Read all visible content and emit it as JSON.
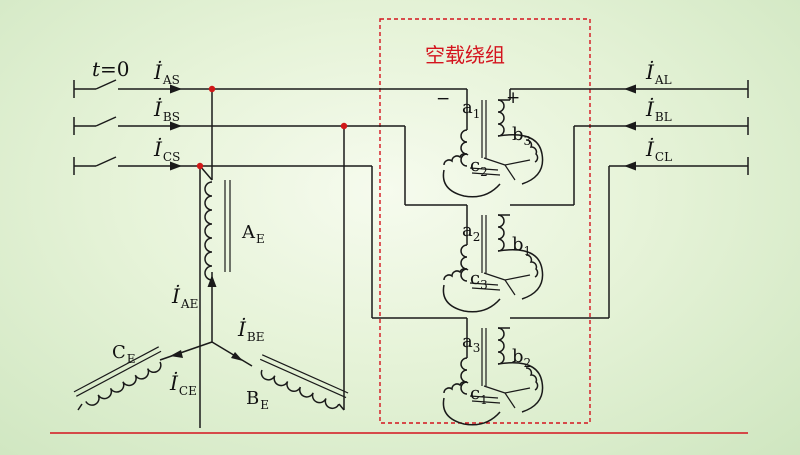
{
  "diagram": {
    "box_title": "空载绕组",
    "switch_label": {
      "main": "t",
      "rest": "=0"
    },
    "currents": {
      "source": [
        {
          "main": "İ",
          "sub": "AS"
        },
        {
          "main": "İ",
          "sub": "BS"
        },
        {
          "main": "İ",
          "sub": "CS"
        }
      ],
      "load": [
        {
          "main": "İ",
          "sub": "AL"
        },
        {
          "main": "İ",
          "sub": "BL"
        },
        {
          "main": "İ",
          "sub": "CL"
        }
      ],
      "excitation": [
        {
          "main": "İ",
          "sub": "AE"
        },
        {
          "main": "İ",
          "sub": "BE"
        },
        {
          "main": "İ",
          "sub": "CE"
        }
      ]
    },
    "windings_E": [
      {
        "main": "A",
        "sub": "E"
      },
      {
        "main": "B",
        "sub": "E"
      },
      {
        "main": "C",
        "sub": "E"
      }
    ],
    "transformers": [
      {
        "top": {
          "main": "a",
          "sub": "1"
        },
        "right": {
          "main": "b",
          "sub": "3"
        },
        "bottom": {
          "main": "c",
          "sub": "2"
        }
      },
      {
        "top": {
          "main": "a",
          "sub": "2"
        },
        "right": {
          "main": "b",
          "sub": "1"
        },
        "bottom": {
          "main": "c",
          "sub": "3"
        }
      },
      {
        "top": {
          "main": "a",
          "sub": "3"
        },
        "right": {
          "main": "b",
          "sub": "2"
        },
        "bottom": {
          "main": "c",
          "sub": "1"
        }
      }
    ],
    "polarity": {
      "minus": "−",
      "plus": "+"
    }
  }
}
